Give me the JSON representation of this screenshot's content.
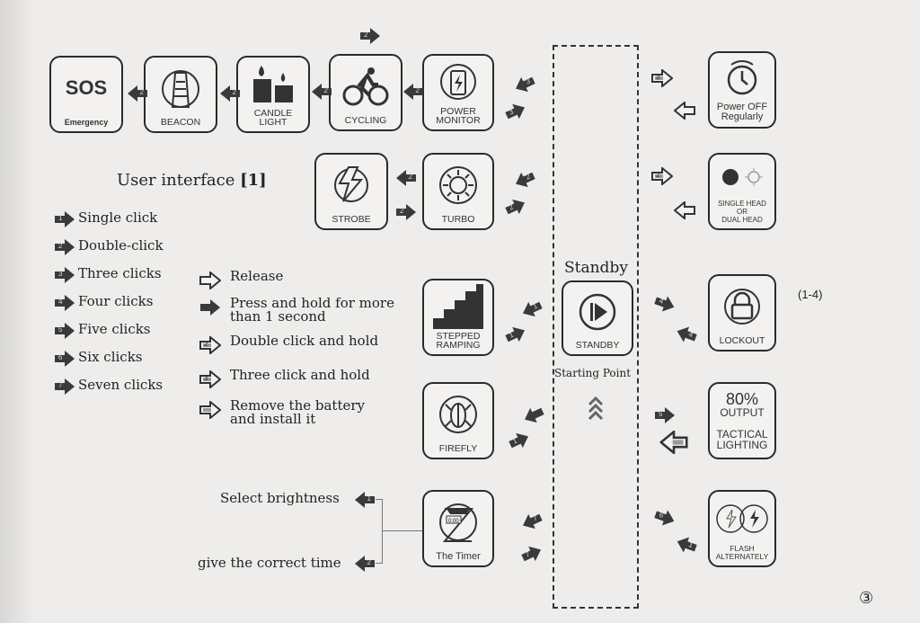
{
  "title": "User interface",
  "title_ref": "[1]",
  "modes": {
    "sos": {
      "big": "SOS",
      "label": "Emergency"
    },
    "beacon": "BEACON",
    "candle": "CANDLE\nLIGHT",
    "cycling": "CYCLING",
    "power_monitor": "POWER\nMONITOR",
    "strobe": "STROBE",
    "turbo": "TURBO",
    "stepped": "STEPPED\nRAMPING",
    "standby": "STANDBY",
    "firefly": "FIREFLY",
    "timer": "The Timer",
    "timer_display": "0:00",
    "power_off": "Power OFF\nRegularly",
    "head": "SINGLE HEAD\nOR\nDUAL HEAD",
    "lockout": "LOCKOUT",
    "tactical_big": "80%",
    "tactical": "OUTPUT\n\nTACTICAL\nLIGHTING",
    "flash": "FLASH\nALTERNATELY"
  },
  "standby_heading": "Standby",
  "starting_point": "Starting Point",
  "legend_clicks": [
    "Single click",
    "Double-click",
    "Three clicks",
    "Four clicks",
    "Five clicks",
    "Six clicks",
    "Seven clicks"
  ],
  "legend_clicks_num": [
    "1",
    "2",
    "3",
    "4",
    "5",
    "6",
    "7"
  ],
  "legend_actions": [
    "Release",
    "Press and hold for more\nthan 1 second",
    "Double click and hold",
    "Three click and hold",
    "Remove the battery\nand install it"
  ],
  "timer_options": [
    "Select brightness",
    "give the correct time"
  ],
  "note": "(1-4)",
  "page_mark": "③",
  "arrows": {
    "chain": "2",
    "top": "2",
    "pm": "3",
    "turbo": "2",
    "strobe": "2",
    "stepped": "1",
    "firefly": "1",
    "timer": "7",
    "sel1": "1",
    "sel2": "2",
    "poweroff": "3",
    "head": "2",
    "lock": "4",
    "tact": "5",
    "flash_in": "6",
    "flash_out": "1",
    "hold2": "2",
    "hold3": "3"
  }
}
